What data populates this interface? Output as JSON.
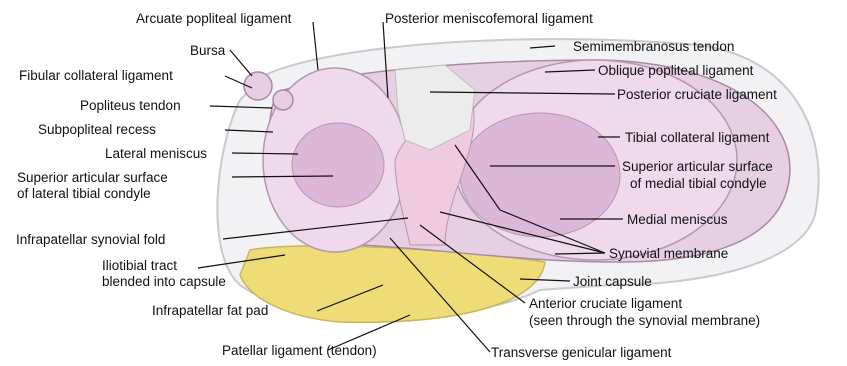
{
  "labels": {
    "arcuate_popliteal_ligament": "Arcuate popliteal ligament",
    "posterior_meniscofemoral_ligament": "Posterior meniscofemoral ligament",
    "bursa": "Bursa",
    "semimembranosus_tendon": "Semimembranosus tendon",
    "fibular_collateral_ligament": "Fibular collateral ligament",
    "oblique_popliteal_ligament": "Oblique popliteal ligament",
    "popliteus_tendon": "Popliteus tendon",
    "posterior_cruciate_ligament": "Posterior cruciate ligament",
    "subpopliteal_recess": "Subpopliteal recess",
    "tibial_collateral_ligament": "Tibial collateral ligament",
    "lateral_meniscus": "Lateral meniscus",
    "superior_articular_surface_lateral_line1": "Superior articular surface",
    "superior_articular_surface_lateral_line2": "of lateral tibial condyle",
    "superior_articular_surface_medial_line1": "Superior articular surface",
    "superior_articular_surface_medial_line2": "of medial tibial condyle",
    "medial_meniscus": "Medial meniscus",
    "infrapatellar_synovial_fold": "Infrapatellar synovial fold",
    "synovial_membrane": "Synovial membrane",
    "iliotibial_tract_line1": "Iliotibial tract",
    "iliotibial_tract_line2": "blended into capsule",
    "joint_capsule": "Joint capsule",
    "infrapatellar_fat_pad": "Infrapatellar fat pad",
    "anterior_cruciate_ligament_line1": "Anterior cruciate ligament",
    "anterior_cruciate_ligament_line2": "(seen through the synovial membrane)",
    "patellar_ligament": "Patellar ligament (tendon)",
    "transverse_genicular_ligament": "Transverse genicular ligament"
  }
}
